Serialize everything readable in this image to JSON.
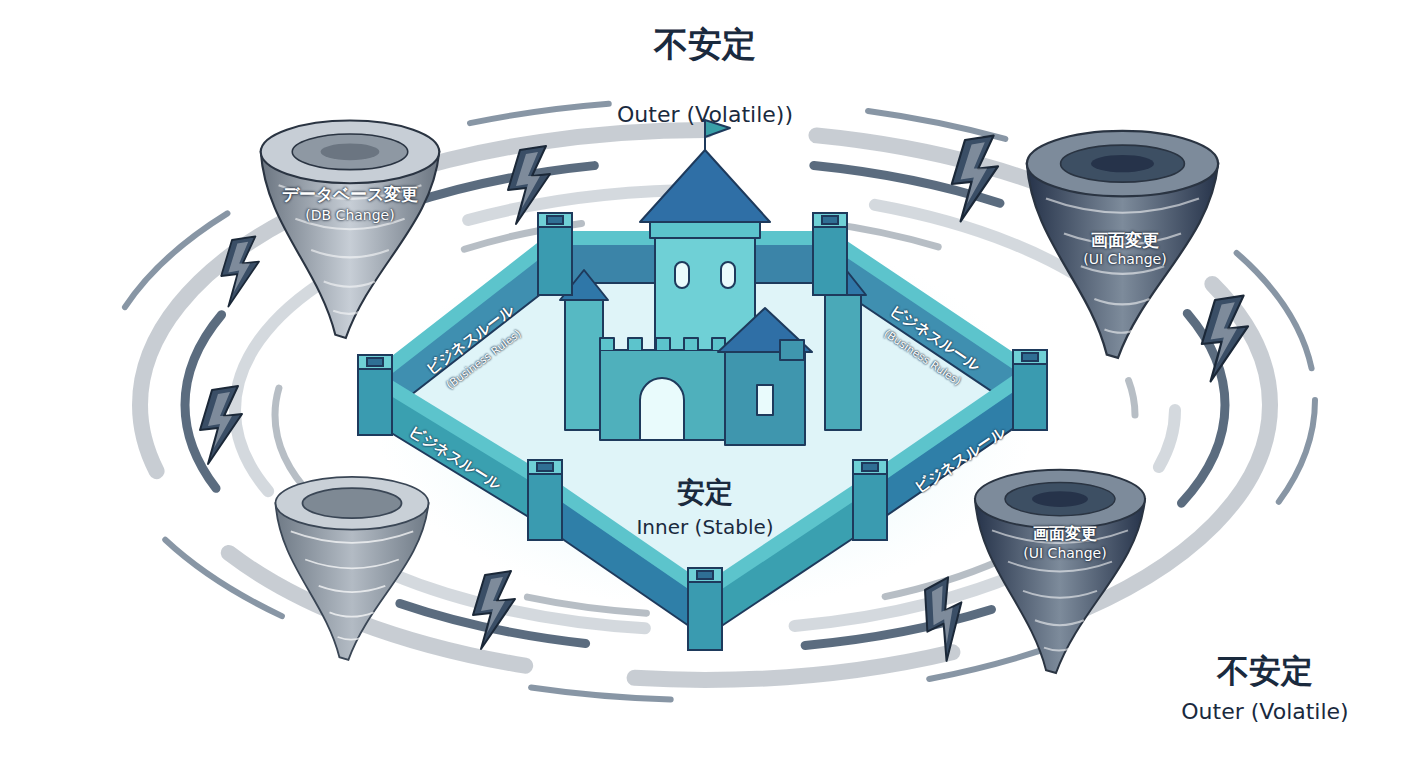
{
  "diagram": {
    "nodes": [
      {
        "text": [
          "データベース変更",
          "(DB Change)"
        ]
      },
      {
        "text": [
          "画面変更",
          "(UI Change)"
        ]
      },
      {
        "text": [
          "安定",
          "Inner (Stable)"
        ]
      },
      {
        "text": [
          "画面変更",
          "(UI Change)"
        ]
      }
    ],
    "labels": [
      "不安定",
      "Outer (Volatile))",
      "ビジネスルール",
      "(Business Rules)",
      "ビジネスルール",
      "(Business Rules)",
      "ビジネスルール",
      "ビジネスルール",
      "不安定",
      "Outer (Volatile)"
    ]
  }
}
